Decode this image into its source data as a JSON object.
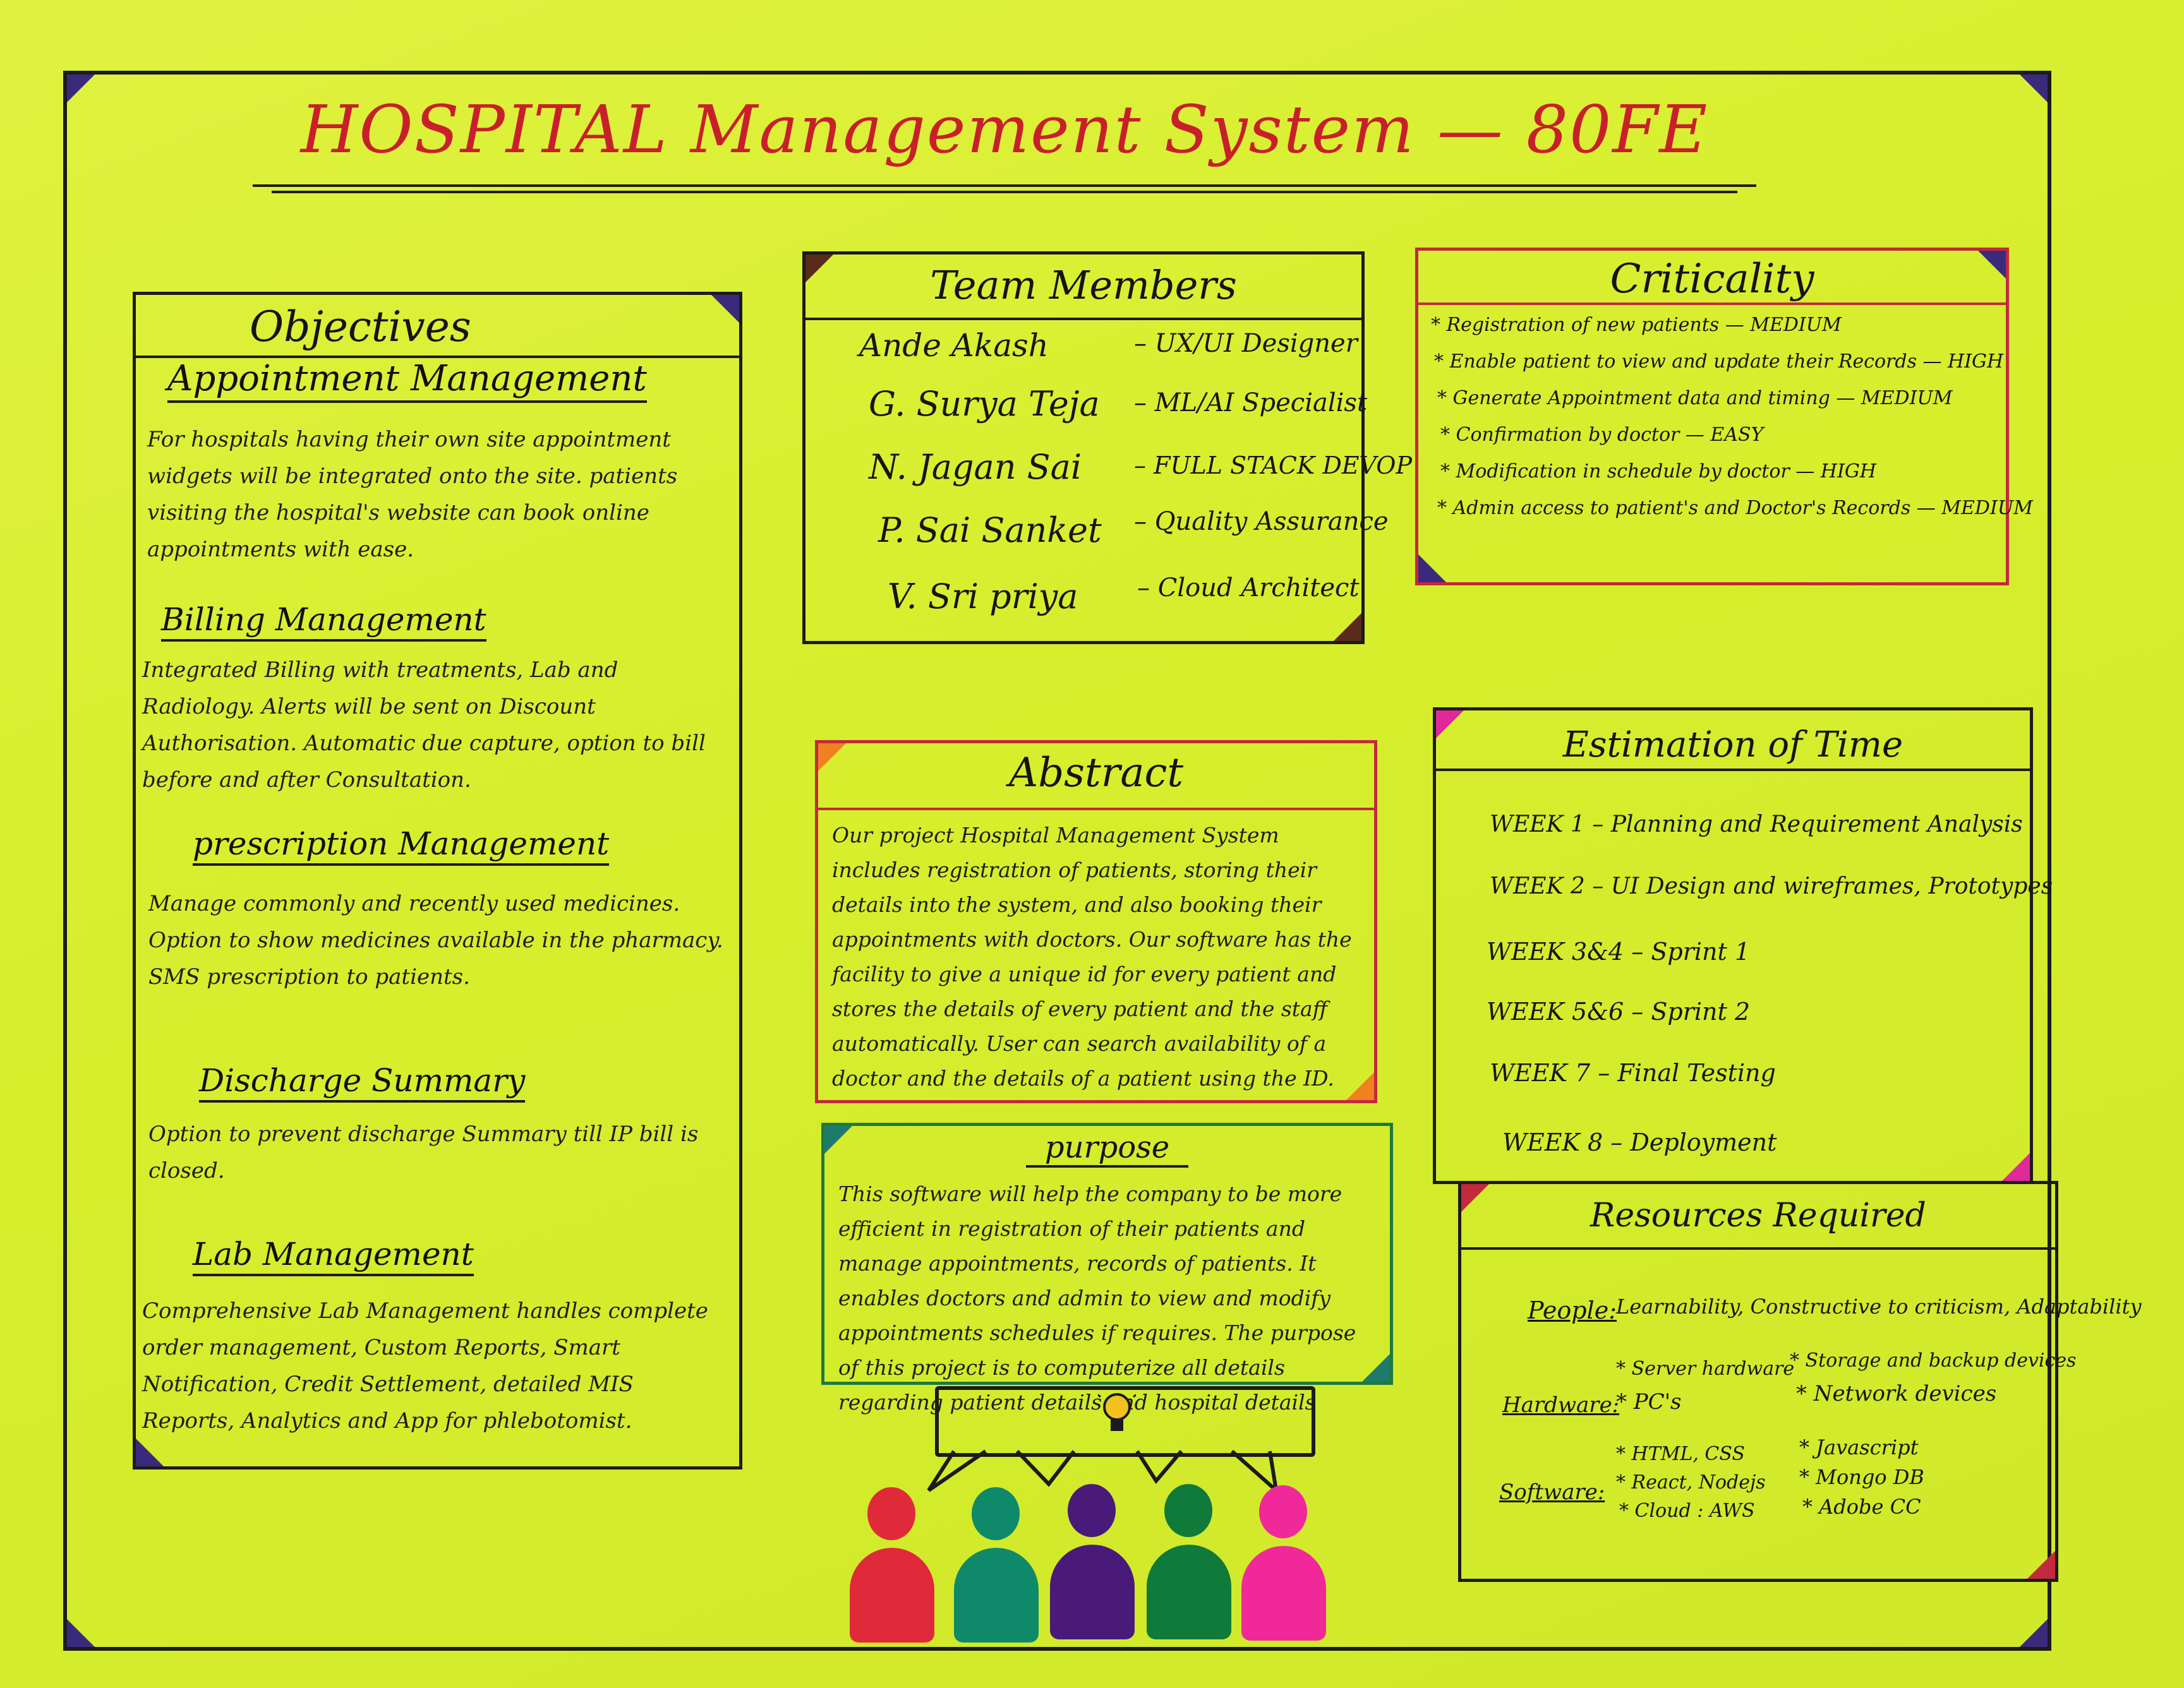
{
  "title": "HOSPITAL Management System — 80FE",
  "objectives": {
    "heading": "Objectives",
    "sections": [
      {
        "heading": "Appointment Management",
        "text": "For hospitals having their own site appointment widgets will be integrated onto the site. patients visiting the hospital's website can book online appointments with ease."
      },
      {
        "heading": "Billing Management",
        "text": "Integrated Billing with treatments, Lab and Radiology. Alerts will be sent on Discount Authorisation. Automatic due capture, option to bill before and after Consultation."
      },
      {
        "heading": "prescription Management",
        "text": "Manage commonly and recently used medicines. Option to show medicines available in the pharmacy. SMS prescription to patients."
      },
      {
        "heading": "Discharge Summary",
        "text": "Option to prevent discharge Summary till IP bill is closed."
      },
      {
        "heading": "Lab Management",
        "text": "Comprehensive Lab Management handles complete order management, Custom Reports, Smart Notification, Credit Settlement, detailed MIS Reports, Analytics and App for phlebotomist."
      }
    ]
  },
  "team": {
    "heading": "Team Members",
    "members": [
      {
        "name": "Ande Akash",
        "role": "UX/UI Designer"
      },
      {
        "name": "G. Surya Teja",
        "role": "ML/AI Specialist"
      },
      {
        "name": "N. Jagan Sai",
        "role": "FULL STACK DEVOP"
      },
      {
        "name": "P. Sai Sanket",
        "role": "Quality Assurance"
      },
      {
        "name": "V. Sri priya",
        "role": "Cloud Architect"
      }
    ]
  },
  "criticality": {
    "heading": "Criticality",
    "items": [
      "* Registration of new patients — MEDIUM",
      "* Enable patient to view and update their Records — HIGH",
      "* Generate Appointment data and timing — MEDIUM",
      "* Confirmation by doctor — EASY",
      "* Modification in schedule by doctor — HIGH",
      "* Admin access to patient's and Doctor's Records — MEDIUM"
    ]
  },
  "abstract": {
    "heading": "Abstract",
    "text": "Our project Hospital Management System includes registration of patients, storing their details into the system, and also booking their appointments with doctors. Our software has the facility to give a unique id for every patient and stores the details of every patient and the staff automatically. User can search availability of a doctor and the details of a patient using the ID."
  },
  "purpose": {
    "heading": "purpose",
    "text": "This software will help the company to be more efficient in registration of their patients and manage appointments, records of patients. It enables doctors and admin to view and modify appointments schedules if requires. The purpose of this project is to computerize all details regarding patient details and hospital details"
  },
  "estimation": {
    "heading": "Estimation of Time",
    "weeks": [
      {
        "week": "WEEK 1",
        "task": "Planning and Requirement Analysis"
      },
      {
        "week": "WEEK 2",
        "task": "UI Design and wireframes, Prototypes"
      },
      {
        "week": "WEEK 3&4",
        "task": "Sprint 1"
      },
      {
        "week": "WEEK 5&6",
        "task": "Sprint 2"
      },
      {
        "week": "WEEK 7",
        "task": "Final Testing"
      },
      {
        "week": "WEEK 8",
        "task": "Deployment"
      }
    ]
  },
  "resources": {
    "heading": "Resources Required",
    "people_label": "People:",
    "people_text": "Learnability, Constructive to criticism, Adaptability",
    "hardware_label": "Hardware:",
    "hardware_col1": [
      "* Server hardware",
      "* PC's"
    ],
    "hardware_col2": [
      "* Storage and backup devices",
      "* Network devices"
    ],
    "software_label": "Software:",
    "software_col1": [
      "* HTML, CSS",
      "* React, Nodejs",
      "* Cloud : AWS"
    ],
    "software_col2": [
      "* Javascript",
      "* Mongo DB",
      "* Adobe CC"
    ]
  },
  "colors": {
    "paper": "#d4ec3a",
    "title": "#c8202a",
    "corner_purple": "#3a2a7c",
    "abstract_border": "#c22a3c",
    "purpose_border": "#1e7a3c",
    "people": [
      "#e02a3a",
      "#0e8a6a",
      "#4a1a7a",
      "#0f7a3a",
      "#f0289a"
    ]
  }
}
